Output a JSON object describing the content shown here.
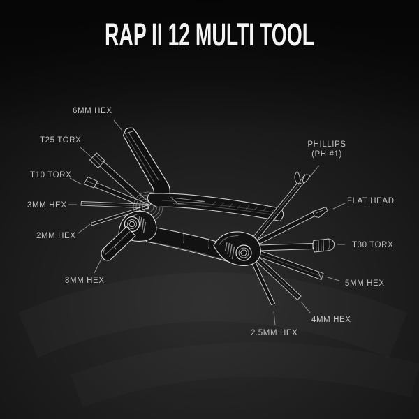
{
  "title": "RAP II 12 MULTI TOOL",
  "theme": {
    "background": "#0d0d0d",
    "glow": "#2d2d2d",
    "line_color": "#e6e6e6",
    "label_color": "#c2c2c2",
    "leader_color": "#8f8f8f",
    "title_color": "#f4f4f4"
  },
  "diagram": {
    "name": "RAP II 12 multi tool labeled illustration",
    "callouts": [
      {
        "id": "6mm-hex",
        "label": "6MM HEX",
        "side": "left"
      },
      {
        "id": "t25-torx",
        "label": "T25 TORX",
        "side": "left"
      },
      {
        "id": "t10-torx",
        "label": "T10 TORX",
        "side": "left"
      },
      {
        "id": "3mm-hex",
        "label": "3MM HEX",
        "side": "left"
      },
      {
        "id": "2mm-hex",
        "label": "2MM HEX",
        "side": "left"
      },
      {
        "id": "8mm-hex",
        "label": "8MM HEX",
        "side": "left"
      },
      {
        "id": "phillips",
        "label": "PHILLIPS",
        "sub": "(PH #1)",
        "side": "right"
      },
      {
        "id": "flat-head",
        "label": "FLAT HEAD",
        "side": "right"
      },
      {
        "id": "t30-torx",
        "label": "T30 TORX",
        "side": "right"
      },
      {
        "id": "5mm-hex",
        "label": "5MM HEX",
        "side": "right"
      },
      {
        "id": "4mm-hex",
        "label": "4MM HEX",
        "side": "right"
      },
      {
        "id": "25mm-hex",
        "label": "2.5MM HEX",
        "side": "bottom"
      }
    ]
  }
}
